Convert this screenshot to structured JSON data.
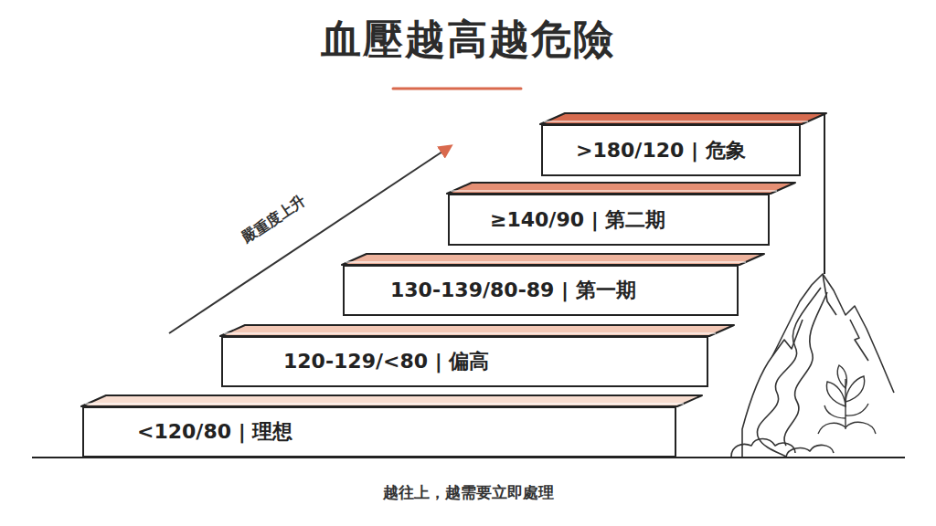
{
  "diagram": {
    "title": "血壓越高越危險",
    "caption": "越往上，越需要立即處理",
    "nodes": [
      {
        "text": [
          "<120/80 | 理想"
        ]
      },
      {
        "text": [
          "120-129/<80 | 偏高"
        ]
      },
      {
        "text": [
          "130-139/80-89 | 第一期"
        ]
      },
      {
        "text": [
          "≥140/90 | 第二期"
        ]
      },
      {
        "text": [
          ">180/120 | 危象"
        ]
      }
    ],
    "labels": [
      "嚴重度上升"
    ]
  }
}
